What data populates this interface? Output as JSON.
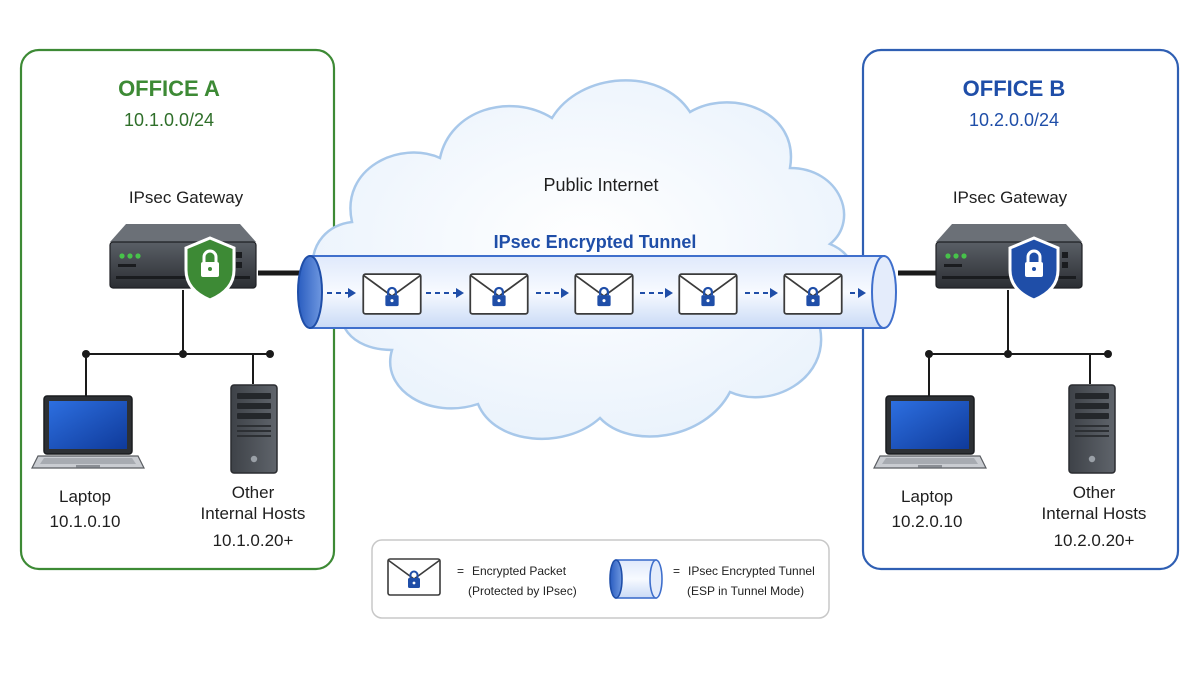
{
  "office_a": {
    "title": "OFFICE A",
    "subnet": "10.1.0.0/24",
    "gateway_label": "IPsec Gateway",
    "laptop_label": "Laptop",
    "laptop_ip": "10.1.0.10",
    "hosts_label_line1": "Other",
    "hosts_label_line2": "Internal Hosts",
    "hosts_ip": "10.1.0.20+",
    "accent_color": "#3d8a35"
  },
  "office_b": {
    "title": "OFFICE B",
    "subnet": "10.2.0.0/24",
    "gateway_label": "IPsec Gateway",
    "laptop_label": "Laptop",
    "laptop_ip": "10.2.0.10",
    "hosts_label_line1": "Other",
    "hosts_label_line2": "Internal Hosts",
    "hosts_ip": "10.2.0.20+",
    "accent_color": "#2f5fb3"
  },
  "cloud": {
    "label": "Public Internet"
  },
  "tunnel": {
    "label": "IPsec Encrypted Tunnel",
    "packet_count": 5,
    "color": "#1f4ea8"
  },
  "legend": {
    "packet_line1": "Encrypted Packet",
    "packet_line2": "(Protected by IPsec)",
    "tunnel_line1": "IPsec Encrypted Tunnel",
    "tunnel_line2": "(ESP in Tunnel Mode)",
    "equals": "="
  },
  "icons": {
    "gateway_a": "shield-lock-icon",
    "gateway_b": "shield-lock-icon",
    "packet": "envelope-lock-icon",
    "laptop": "laptop-icon",
    "server": "server-tower-icon"
  }
}
